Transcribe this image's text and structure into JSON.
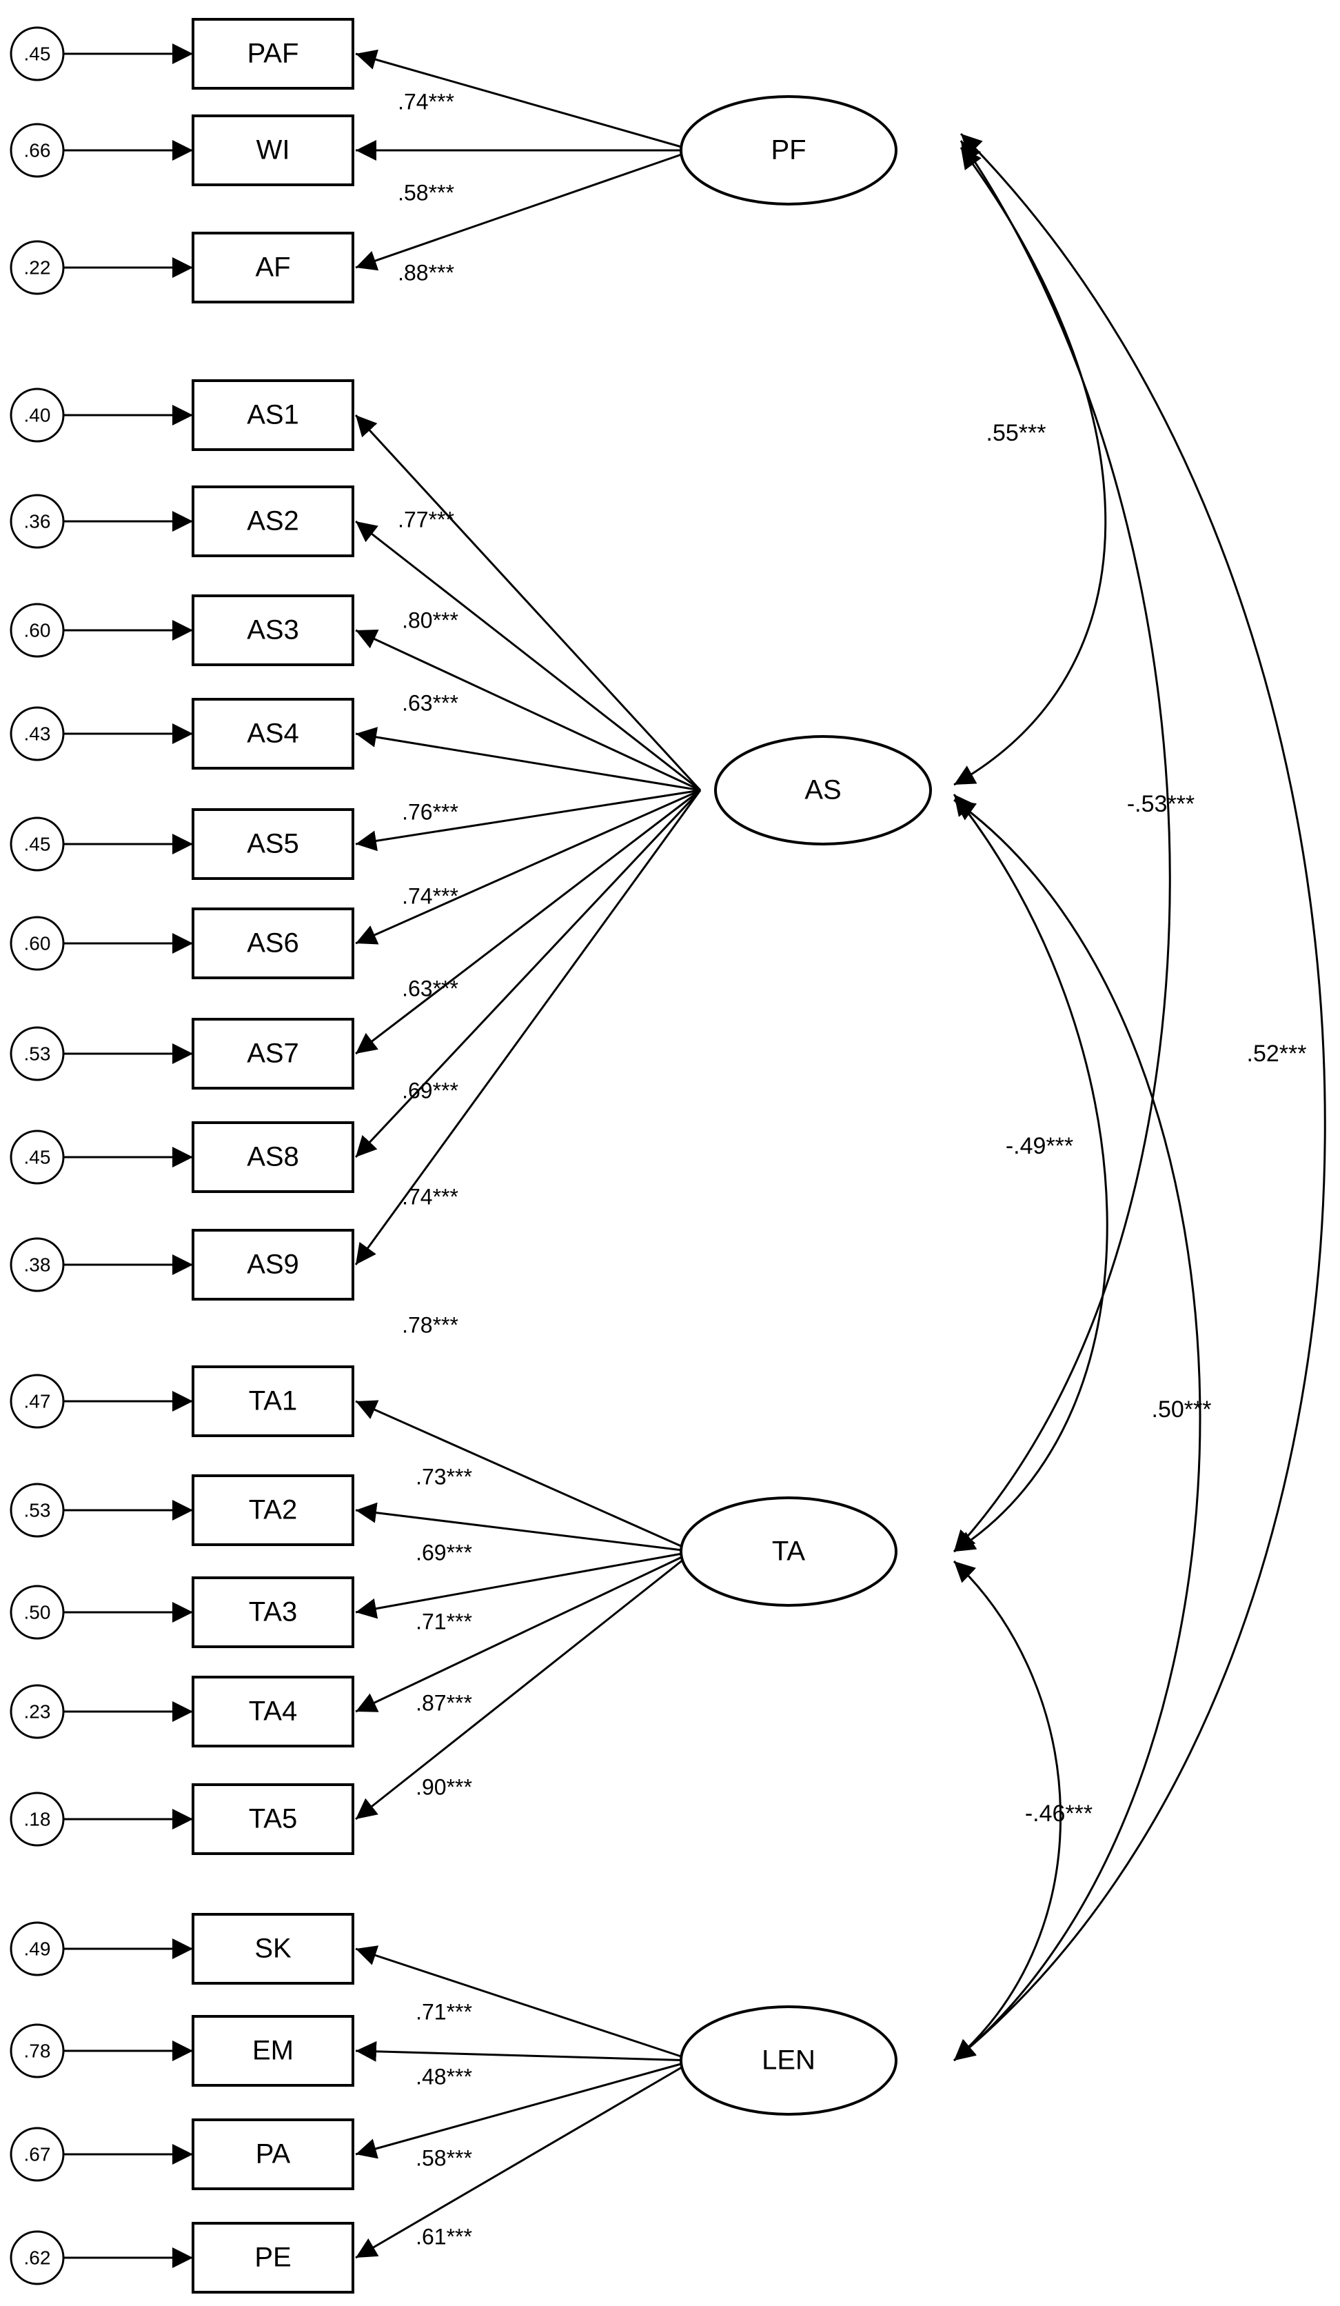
{
  "latents": [
    {
      "id": "PF",
      "label": "PF",
      "indicators": [
        "PAF",
        "WI",
        "AF"
      ]
    },
    {
      "id": "AS",
      "label": "AS",
      "indicators": [
        "AS1",
        "AS2",
        "AS3",
        "AS4",
        "AS5",
        "AS6",
        "AS7",
        "AS8",
        "AS9"
      ]
    },
    {
      "id": "TA",
      "label": "TA",
      "indicators": [
        "TA1",
        "TA2",
        "TA3",
        "TA4",
        "TA5"
      ]
    },
    {
      "id": "LEN",
      "label": "LEN",
      "indicators": [
        "SK",
        "EM",
        "PA",
        "PE"
      ]
    }
  ],
  "indicators": [
    {
      "id": "PAF",
      "label": "PAF",
      "residual": ".45"
    },
    {
      "id": "WI",
      "label": "WI",
      "residual": ".66"
    },
    {
      "id": "AF",
      "label": "AF",
      "residual": ".22"
    },
    {
      "id": "AS1",
      "label": "AS1",
      "residual": ".40"
    },
    {
      "id": "AS2",
      "label": "AS2",
      "residual": ".36"
    },
    {
      "id": "AS3",
      "label": "AS3",
      "residual": ".60"
    },
    {
      "id": "AS4",
      "label": "AS4",
      "residual": ".43"
    },
    {
      "id": "AS5",
      "label": "AS5",
      "residual": ".45"
    },
    {
      "id": "AS6",
      "label": "AS6",
      "residual": ".60"
    },
    {
      "id": "AS7",
      "label": "AS7",
      "residual": ".53"
    },
    {
      "id": "AS8",
      "label": "AS8",
      "residual": ".45"
    },
    {
      "id": "AS9",
      "label": "AS9",
      "residual": ".38"
    },
    {
      "id": "TA1",
      "label": "TA1",
      "residual": ".47"
    },
    {
      "id": "TA2",
      "label": "TA2",
      "residual": ".53"
    },
    {
      "id": "TA3",
      "label": "TA3",
      "residual": ".50"
    },
    {
      "id": "TA4",
      "label": "TA4",
      "residual": ".23"
    },
    {
      "id": "TA5",
      "label": "TA5",
      "residual": ".18"
    },
    {
      "id": "SK",
      "label": "SK",
      "residual": ".49"
    },
    {
      "id": "EM",
      "label": "EM",
      "residual": ".78"
    },
    {
      "id": "PA",
      "label": "PA",
      "residual": ".67"
    },
    {
      "id": "PE",
      "label": "PE",
      "residual": ".62"
    }
  ],
  "loading_labels": [
    ".74***",
    ".58***",
    ".88***",
    ".77***",
    ".80***",
    ".63***",
    ".76***",
    ".74***",
    ".63***",
    ".69***",
    ".74***",
    ".78***",
    ".73***",
    ".69***",
    ".71***",
    ".87***",
    ".90***",
    ".71***",
    ".48***",
    ".58***",
    ".61***"
  ],
  "correlations": [
    {
      "from": "PF",
      "to": "AS",
      "label": ".55***"
    },
    {
      "from": "PF",
      "to": "TA",
      "label": "-.53***"
    },
    {
      "from": "PF",
      "to": "LEN",
      "label": ".52***"
    },
    {
      "from": "AS",
      "to": "TA",
      "label": "-.49***"
    },
    {
      "from": "AS",
      "to": "LEN",
      "label": ".50***"
    },
    {
      "from": "TA",
      "to": "LEN",
      "label": "-.46***"
    }
  ]
}
